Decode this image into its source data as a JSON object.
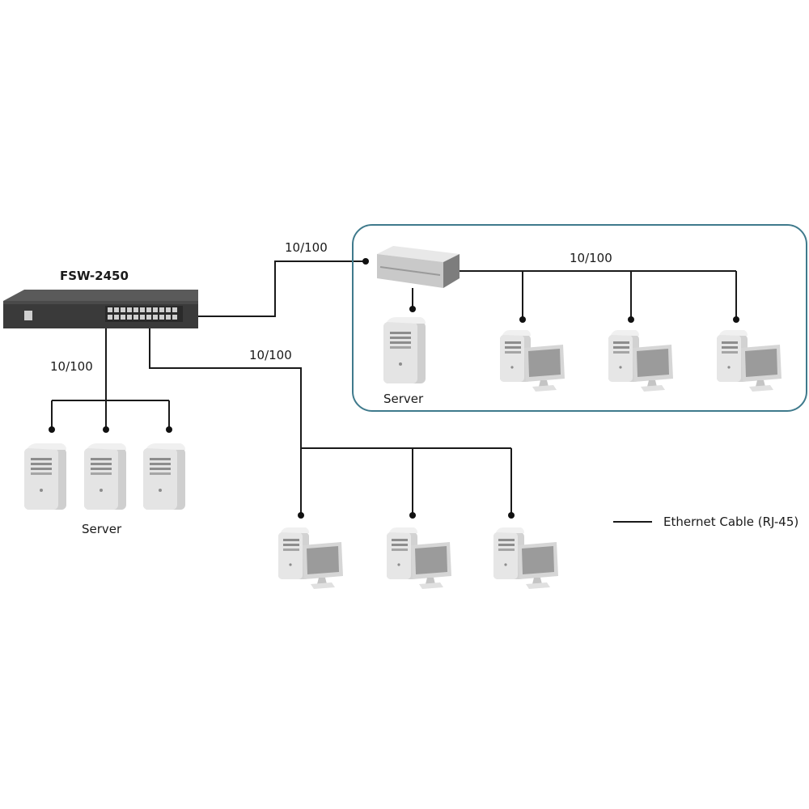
{
  "switch": {
    "model": "FSW-2450",
    "icon": "network-switch-icon"
  },
  "links": {
    "to_servers": "10/100",
    "to_hub": "10/100",
    "to_workstations": "10/100",
    "hub_to_workstations": "10/100"
  },
  "servers_group": {
    "label": "Server",
    "count": 3,
    "icon": "tower-server-icon"
  },
  "hub_group": {
    "server_label": "Server",
    "workstation_count": 3,
    "icon": "desktop-computer-icon",
    "frame_color": "#3f7a8c"
  },
  "bottom_workstations": {
    "count": 3,
    "icon": "desktop-computer-icon"
  },
  "legend": {
    "label": "Ethernet Cable (RJ-45)"
  },
  "colors": {
    "cable": "#1a1a1a",
    "device_light": "#e6e6e6",
    "device_mid": "#c4c4c4",
    "device_dark": "#8d8d8d",
    "screen": "#9b9b9b",
    "switch_body": "#3a3a3a"
  }
}
